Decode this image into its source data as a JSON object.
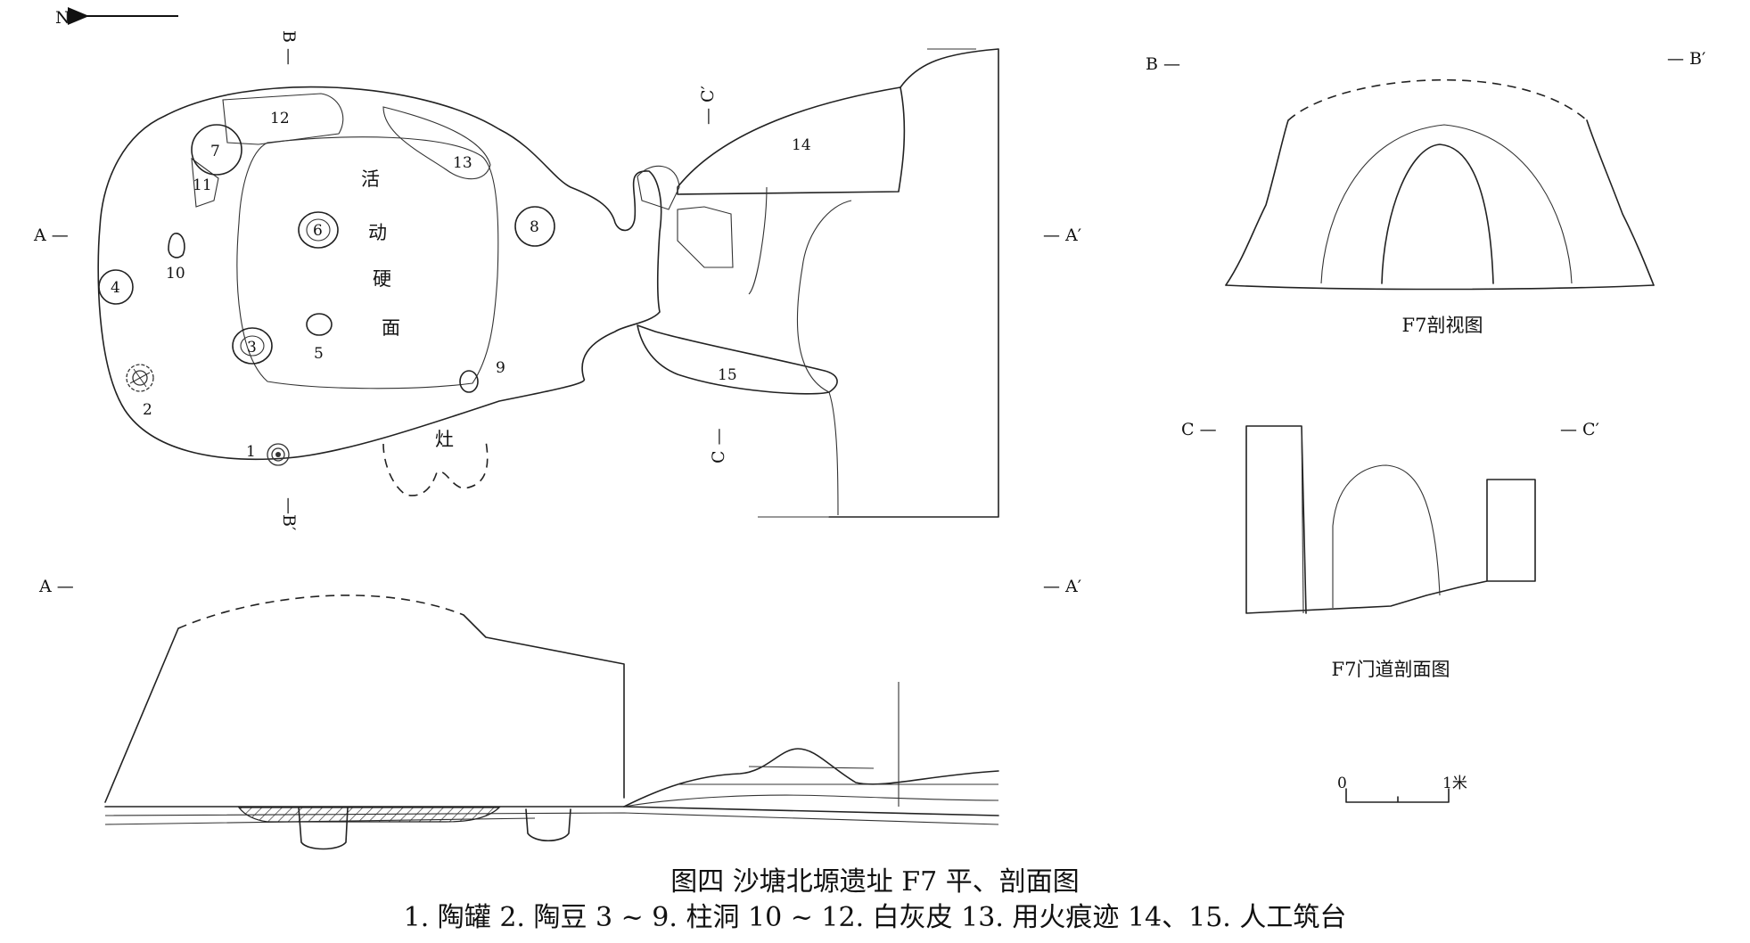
{
  "north": {
    "label": "N"
  },
  "plan": {
    "markers": {
      "b_top": "B —",
      "b_bottom": "—B′",
      "a_left": "A —",
      "a_right": "— A′",
      "c_top": "— C′",
      "c_bottom": "C —"
    },
    "hard_surface": [
      "活",
      "动",
      "硬",
      "面"
    ],
    "hearth": "灶",
    "numbers": [
      "1",
      "2",
      "3",
      "4",
      "5",
      "6",
      "7",
      "8",
      "9",
      "10",
      "11",
      "12",
      "13",
      "14",
      "15"
    ]
  },
  "section_aa": {
    "left": "A —",
    "right": "— A′"
  },
  "section_bb": {
    "left": "B —",
    "right": "— B′",
    "caption": "F7剖视图"
  },
  "section_cc": {
    "left": "C —",
    "right": "— C′",
    "caption": "F7门道剖面图"
  },
  "scale": {
    "zero": "0",
    "one": "1米"
  },
  "figure": {
    "title": "图四 沙塘北塬遗址 F7 平、剖面图",
    "legend": "1. 陶罐 2. 陶豆 3 ~ 9. 柱洞 10 ~ 12. 白灰皮 13. 用火痕迹 14、15. 人工筑台"
  }
}
